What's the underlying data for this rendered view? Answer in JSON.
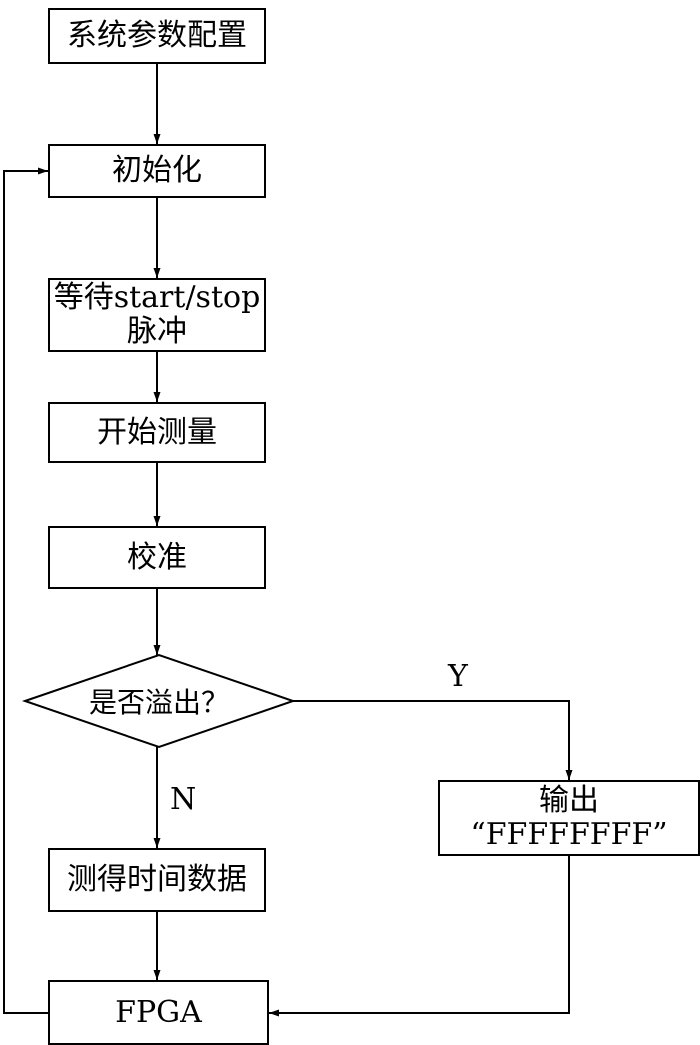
{
  "nodes": {
    "config": {
      "text": "系统参数配置"
    },
    "init": {
      "text": "初始化"
    },
    "wait": {
      "line1": "等待start/stop",
      "line2": "脉冲"
    },
    "measure": {
      "text": "开始测量"
    },
    "calibrate": {
      "text": "校准"
    },
    "overflow": {
      "text": "是否溢出？"
    },
    "output": {
      "line1": "输出",
      "line2": "“FFFFFFFF”"
    },
    "timedata": {
      "text": "测得时间数据"
    },
    "fpga": {
      "text": "FPGA"
    }
  },
  "edges": {
    "yes_label": "Y",
    "no_label": "N"
  },
  "colors": {
    "stroke": "#000000",
    "background": "#ffffff"
  }
}
